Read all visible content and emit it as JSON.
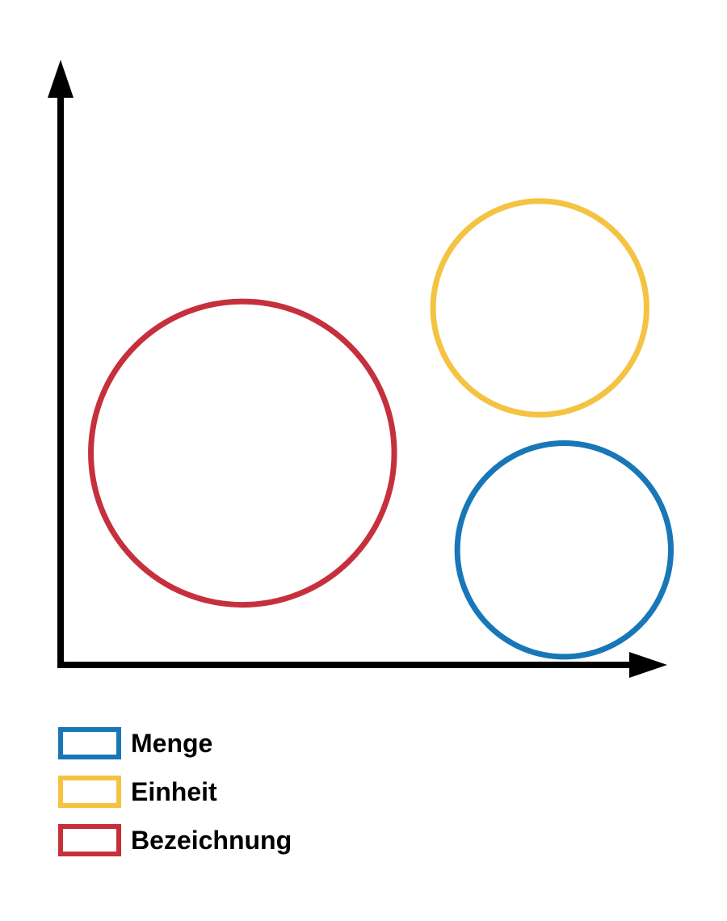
{
  "chart_data": {
    "type": "scatter",
    "title": "",
    "xlabel": "",
    "ylabel": "",
    "grid": false,
    "legend_position": "bottom-left",
    "series": [
      {
        "name": "Menge",
        "color": "#1877b7",
        "x": 0.83,
        "y": 0.19,
        "r": 0.176
      },
      {
        "name": "Einheit",
        "color": "#f5c342",
        "x": 0.79,
        "y": 0.59,
        "r": 0.176
      },
      {
        "name": "Bezeichnung",
        "color": "#c6303d",
        "x": 0.3,
        "y": 0.35,
        "r": 0.25
      }
    ]
  },
  "legend": {
    "items": [
      {
        "label": "Menge",
        "color": "#1877b7"
      },
      {
        "label": "Einheit",
        "color": "#f5c342"
      },
      {
        "label": "Bezeichnung",
        "color": "#c6303d"
      }
    ]
  }
}
